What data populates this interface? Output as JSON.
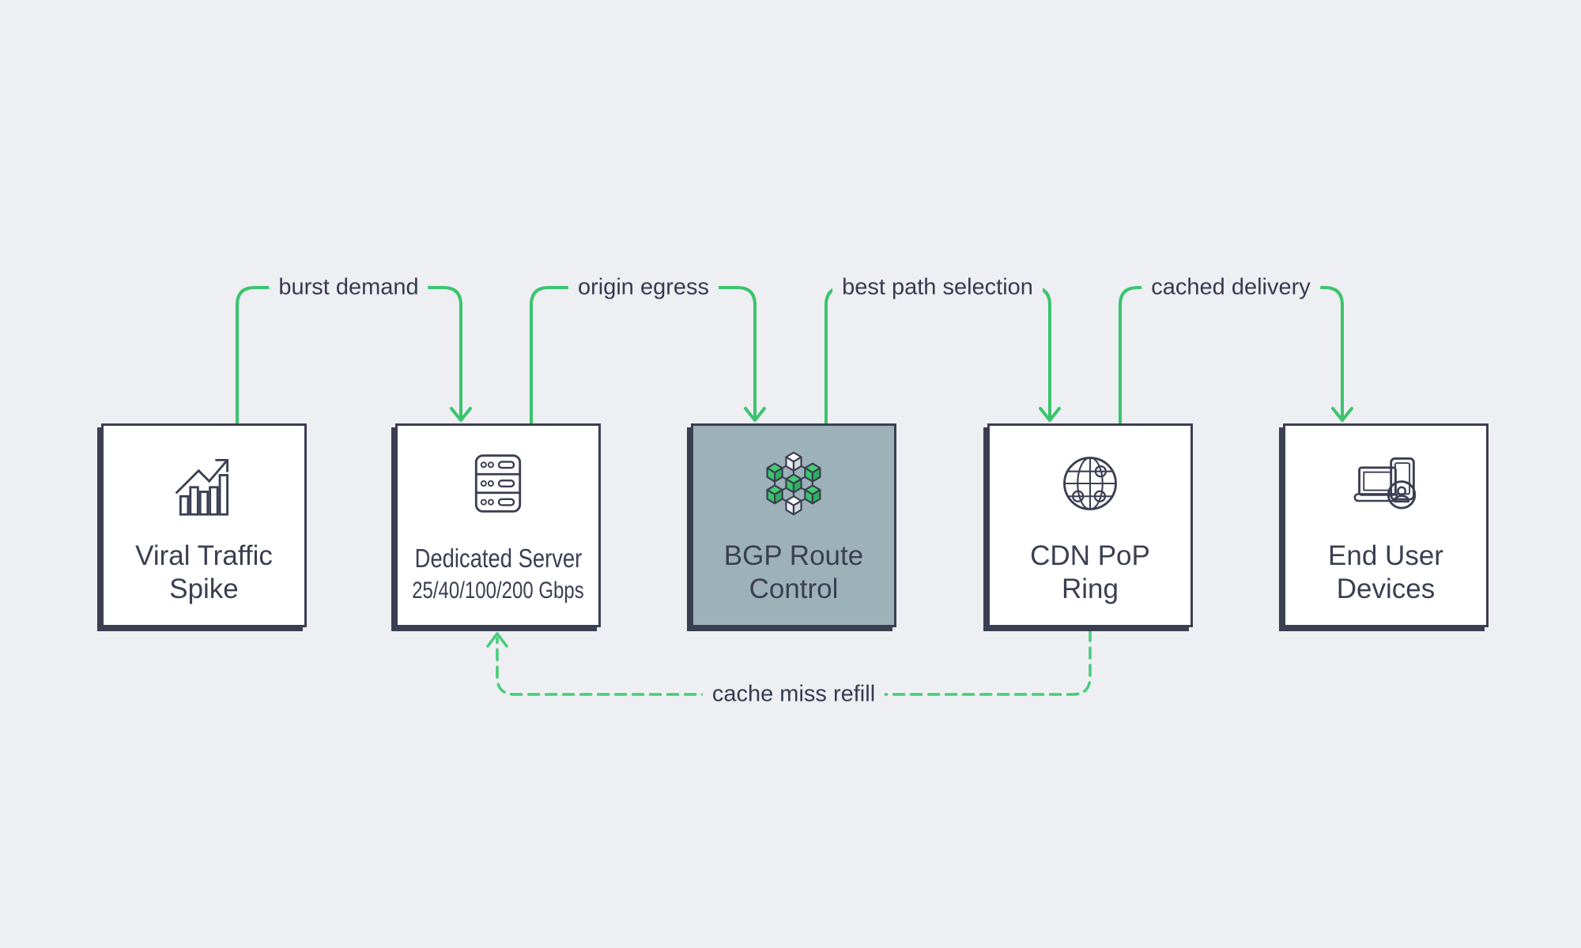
{
  "diagram": {
    "colors": {
      "background": "#edeff3",
      "ink": "#3a3f52",
      "accent_green": "#3bc46d",
      "dashed_green": "#47cc77",
      "highlight_box_bg": "#9db2b8",
      "box_bg": "#ffffff"
    },
    "nodes": [
      {
        "id": "viral-traffic-spike",
        "title": "Viral Traffic Spike",
        "icon": "bar-chart-trend-icon",
        "highlighted": false
      },
      {
        "id": "dedicated-server",
        "title": "Dedicated Server",
        "subtitle": "25/40/100/200 Gbps",
        "icon": "server-icon",
        "highlighted": false
      },
      {
        "id": "bgp-route-control",
        "title": "BGP Route Control",
        "icon": "cube-network-icon",
        "highlighted": true
      },
      {
        "id": "cdn-pop-ring",
        "title": "CDN PoP Ring",
        "icon": "globe-icon",
        "highlighted": false
      },
      {
        "id": "end-user-devices",
        "title": "End User Devices",
        "icon": "devices-icon",
        "highlighted": false
      }
    ],
    "connectors": [
      {
        "label": "burst demand",
        "from": "viral-traffic-spike",
        "to": "dedicated-server",
        "style": "solid"
      },
      {
        "label": "origin egress",
        "from": "dedicated-server",
        "to": "bgp-route-control",
        "style": "solid"
      },
      {
        "label": "best path selection",
        "from": "bgp-route-control",
        "to": "cdn-pop-ring",
        "style": "solid"
      },
      {
        "label": "cached delivery",
        "from": "cdn-pop-ring",
        "to": "end-user-devices",
        "style": "solid"
      },
      {
        "label": "cache miss refill",
        "from": "cdn-pop-ring",
        "to": "dedicated-server",
        "style": "dashed"
      }
    ]
  }
}
